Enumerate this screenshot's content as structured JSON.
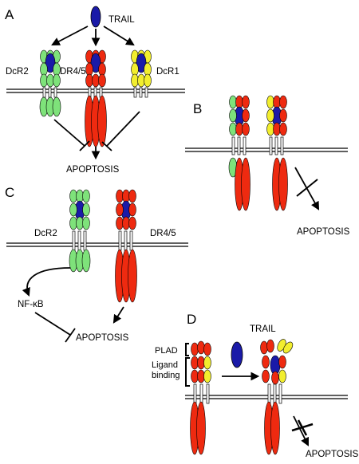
{
  "panels": {
    "A": {
      "letter": "A",
      "ligand": "TRAIL",
      "receptor_left": "DcR2",
      "receptor_center": "DR4/5",
      "receptor_right": "DcR1",
      "outcome": "APOPTOSIS"
    },
    "B": {
      "letter": "B",
      "outcome": "APOPTOSIS"
    },
    "C": {
      "letter": "C",
      "receptor_left": "DcR2",
      "receptor_right": "DR4/5",
      "signal": "NF-κB",
      "outcome": "APOPTOSIS"
    },
    "D": {
      "letter": "D",
      "ligand": "TRAIL",
      "domain_plad": "PLAD",
      "domain_ligand_line1": "Ligand",
      "domain_ligand_line2": "binding",
      "outcome": "APOPTOSIS"
    }
  },
  "colors": {
    "trail_blue": "#1a1aa8",
    "dr_red": "#ee2a10",
    "dcr2_green": "#7ee27a",
    "dcr1_yellow": "#f2ee2e",
    "membrane": "#000000"
  }
}
